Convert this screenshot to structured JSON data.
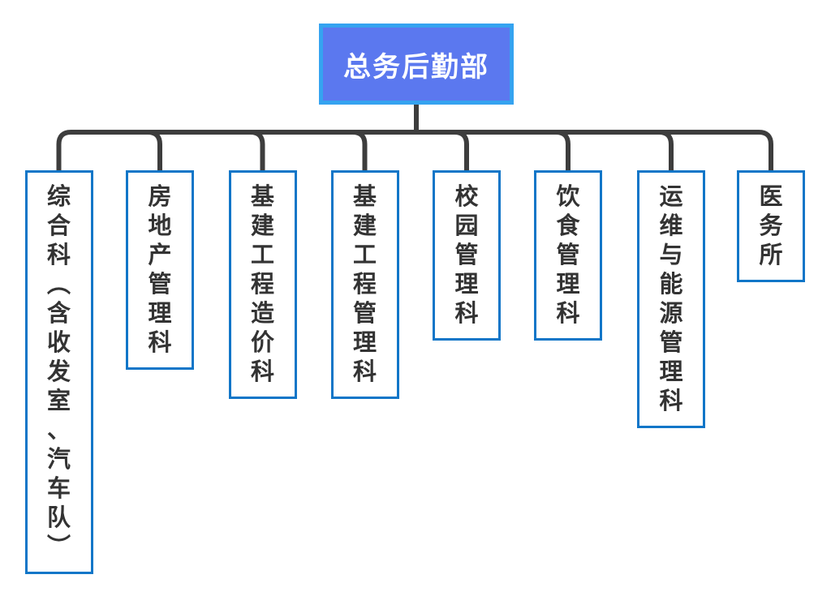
{
  "diagram": {
    "type": "org-chart",
    "root": {
      "label": "总务后勤部"
    },
    "departments": [
      {
        "label": "综合科（含收发室、汽车队）"
      },
      {
        "label": "房地产管理科"
      },
      {
        "label": "基建工程造价科"
      },
      {
        "label": "基建工程管理科"
      },
      {
        "label": "校园管理科"
      },
      {
        "label": "饮食管理科"
      },
      {
        "label": "运维与能源管理科"
      },
      {
        "label": "医务所"
      }
    ]
  },
  "colors": {
    "background": "#ffffff",
    "root_fill": "#5b78ef",
    "root_border": "#35a3f0",
    "root_text": "#ffffff",
    "node_border": "#1176c8",
    "node_text": "#333333",
    "connector": "#3d3d3d"
  }
}
